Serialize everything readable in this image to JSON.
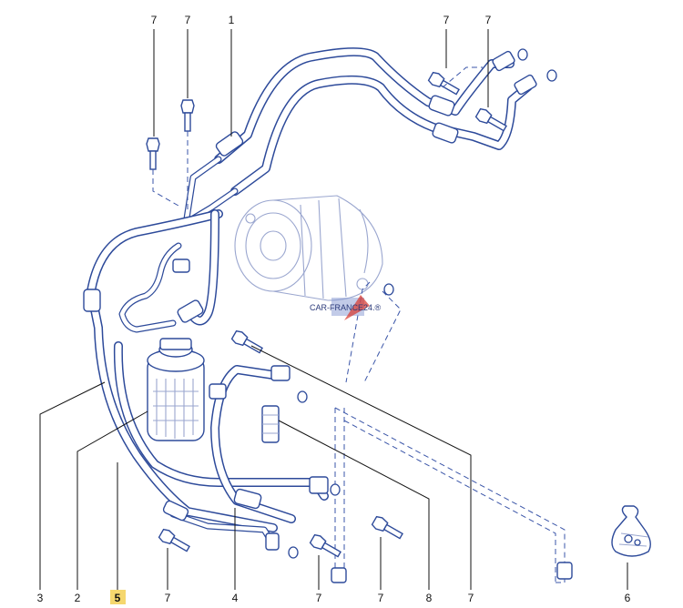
{
  "watermark": {
    "text": "CAR-FRANCE24.®",
    "primary_color": "#2b3a7a",
    "accent_color": "#d9342b"
  },
  "colors": {
    "line": "#2d4a9a",
    "highlight": "#f5d76e"
  },
  "callouts": {
    "top": [
      "7",
      "7",
      "1",
      "7",
      "7"
    ],
    "bottom": [
      "3",
      "2",
      "5",
      "7",
      "4",
      "7",
      "7",
      "8",
      "7",
      "6"
    ],
    "highlighted": "5"
  }
}
